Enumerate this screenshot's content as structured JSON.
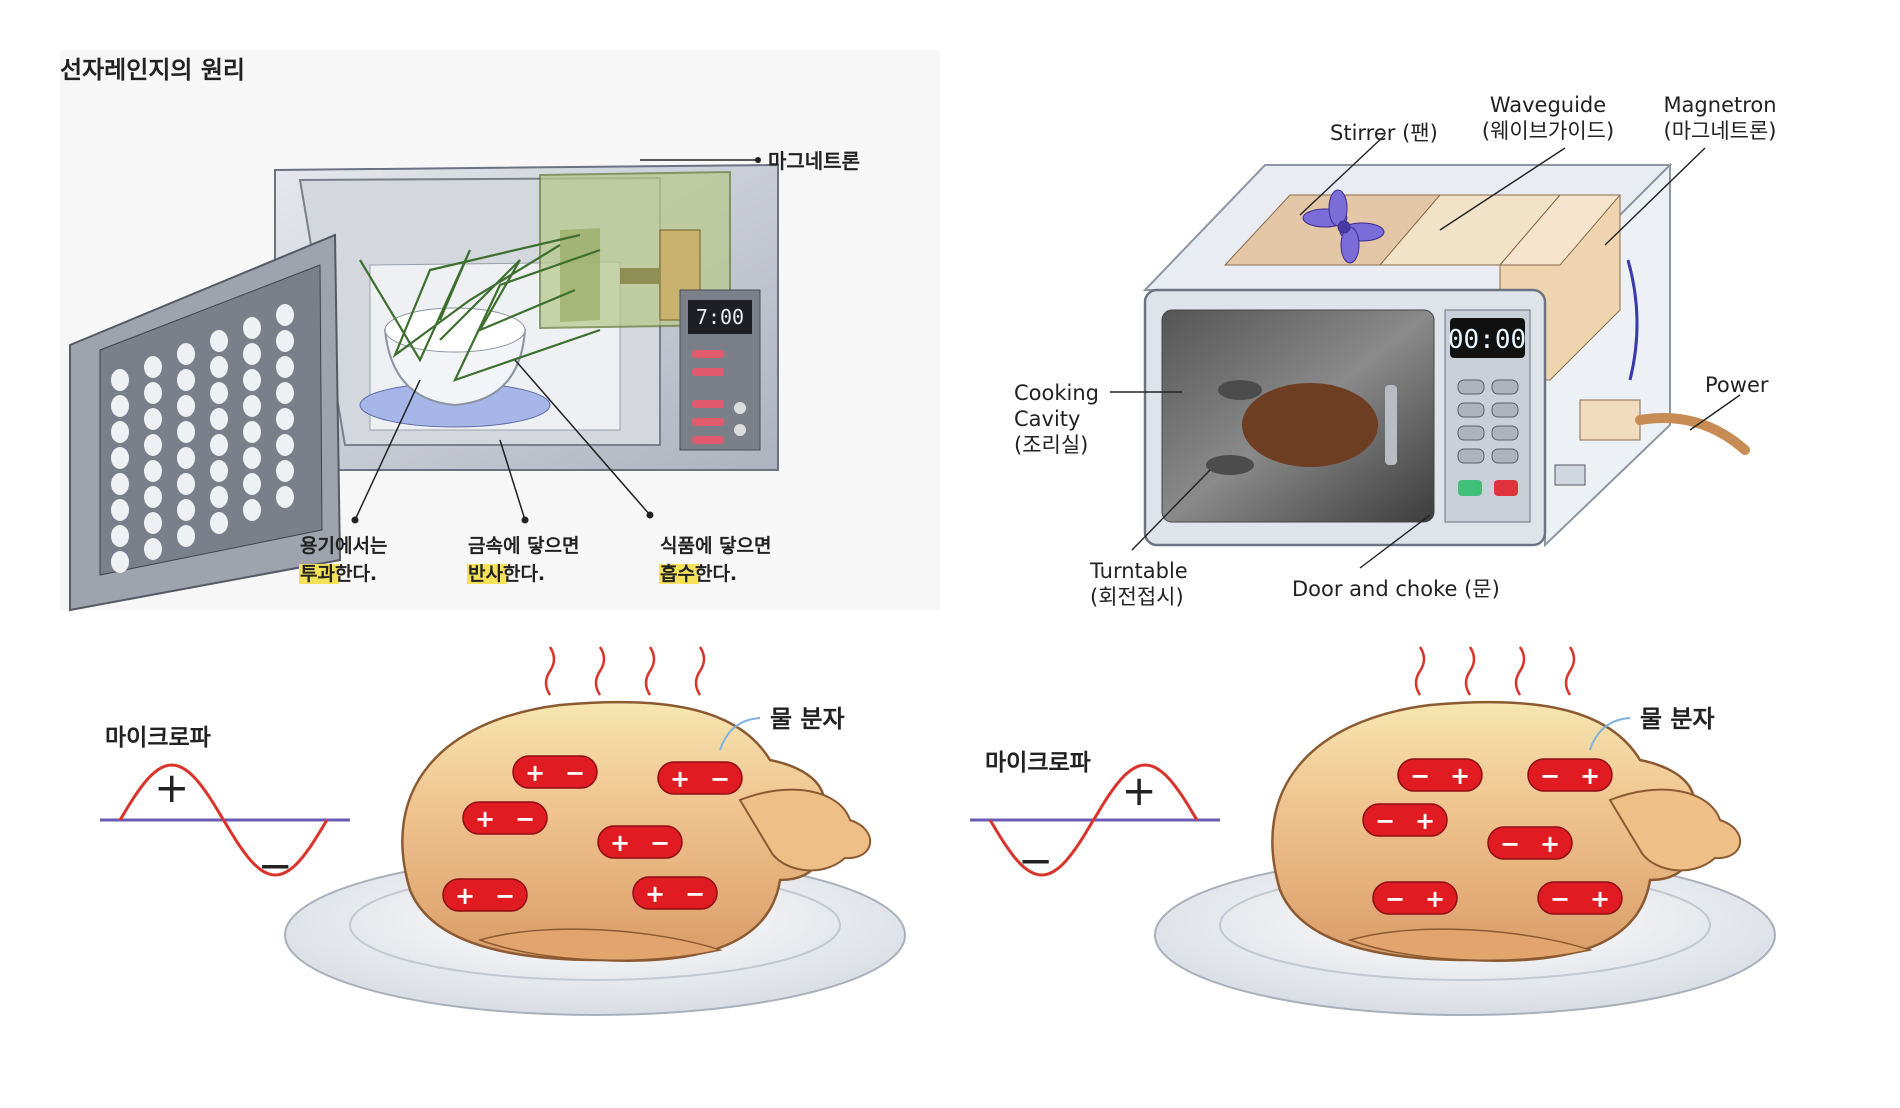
{
  "panel1": {
    "title": "선자레인지의 원리",
    "magnetron": "마그네트론",
    "display_time": "7:00",
    "captions": [
      {
        "line1": "용기에서는",
        "hl": "투과",
        "rest": "한다."
      },
      {
        "line1": "금속에 닿으면",
        "hl": "반사",
        "rest": "한다."
      },
      {
        "line1": "식품에 닿으면",
        "hl": "흡수",
        "rest": "한다."
      }
    ],
    "highlight_color": "#f4e15a"
  },
  "panel2": {
    "stirrer": "Stirrer (팬)",
    "waveguide_en": "Waveguide",
    "waveguide_ko": "(웨이브가이드)",
    "magnetron_en": "Magnetron",
    "magnetron_ko": "(마그네트론)",
    "cooking_1": "Cooking",
    "cooking_2": "Cavity",
    "cooking_3": "(조리실)",
    "power": "Power",
    "turntable_en": "Turntable",
    "turntable_ko": "(회전접시)",
    "door": "Door and choke (문)",
    "display": "00:00"
  },
  "panel3": {
    "microwave": "마이크로파",
    "water": "물 분자",
    "plus": "+",
    "minus": "−",
    "molecule_orientation": "plus-left"
  },
  "panel4": {
    "microwave": "마이크로파",
    "water": "물 분자",
    "plus": "+",
    "minus": "−",
    "molecule_orientation": "minus-left"
  },
  "colors": {
    "molecule": "#e11b22",
    "wave": "#d9332b",
    "axis": "#6b5bb5",
    "chicken": "#f0c490"
  }
}
